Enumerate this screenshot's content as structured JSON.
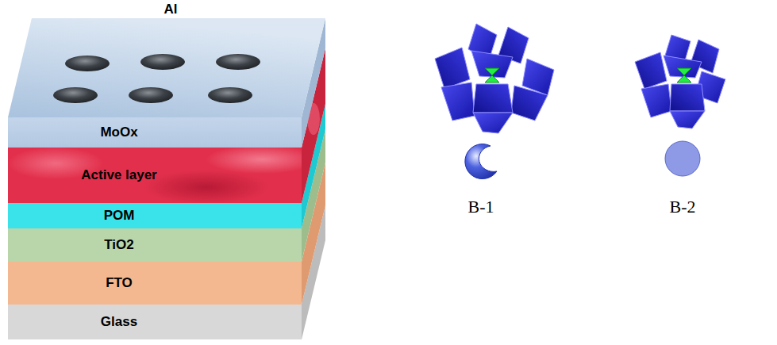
{
  "diagram": {
    "nodes": [
      {
        "text": [
          "MoOx"
        ]
      },
      {
        "text": [
          "Active layer"
        ]
      },
      {
        "text": [
          "POM"
        ]
      },
      {
        "text": [
          "TiO2"
        ]
      },
      {
        "text": [
          "FTO"
        ]
      },
      {
        "text": [
          "Glass"
        ]
      }
    ],
    "labels": [
      "Al",
      "B-1",
      "B-2"
    ]
  }
}
